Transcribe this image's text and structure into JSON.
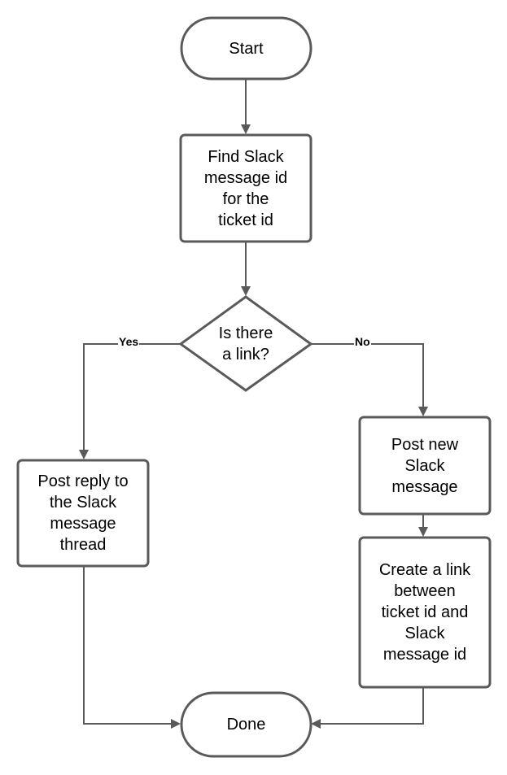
{
  "diagram": {
    "nodes": {
      "start": {
        "shape": "terminal",
        "label": "Start"
      },
      "find": {
        "shape": "process",
        "label": "Find Slack\nmessage id\nfor the\nticket id"
      },
      "decision": {
        "shape": "decision",
        "label": "Is there\na link?"
      },
      "reply": {
        "shape": "process",
        "label": "Post reply to\nthe Slack\nmessage\nthread"
      },
      "post_new": {
        "shape": "process",
        "label": "Post new\nSlack\nmessage"
      },
      "create_link": {
        "shape": "process",
        "label": "Create a link\nbetween\nticket id and\nSlack\nmessage id"
      },
      "done": {
        "shape": "terminal",
        "label": "Done"
      }
    },
    "edges": [
      {
        "from": "start",
        "to": "find",
        "label": ""
      },
      {
        "from": "find",
        "to": "decision",
        "label": ""
      },
      {
        "from": "decision",
        "to": "reply",
        "label": "Yes"
      },
      {
        "from": "decision",
        "to": "post_new",
        "label": "No"
      },
      {
        "from": "post_new",
        "to": "create_link",
        "label": ""
      },
      {
        "from": "reply",
        "to": "done",
        "label": ""
      },
      {
        "from": "create_link",
        "to": "done",
        "label": ""
      }
    ],
    "colors": {
      "stroke": "#5a5a5a",
      "fill": "#ffffff",
      "text": "#000000"
    }
  }
}
